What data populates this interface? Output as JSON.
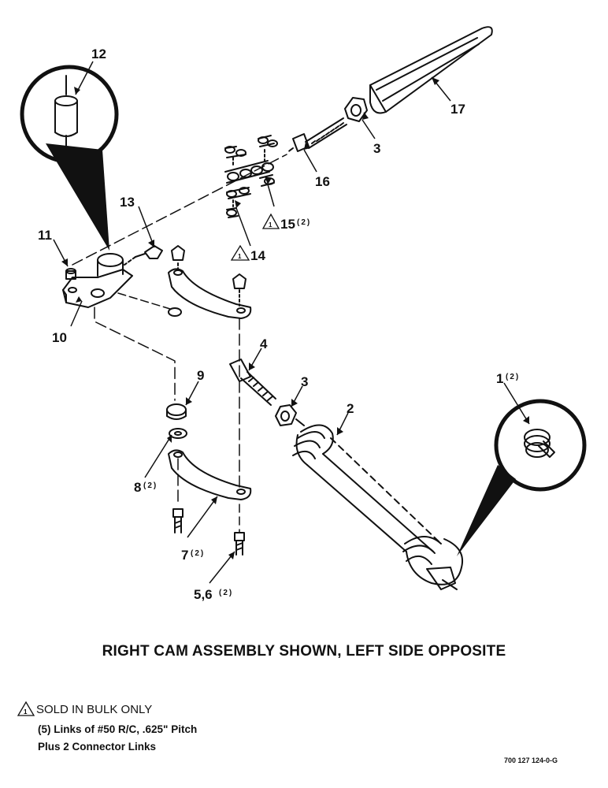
{
  "callouts": {
    "c1": "1",
    "c1_qty": "(2)",
    "c2": "2",
    "c3_upper": "3",
    "c3_lower": "3",
    "c4": "4",
    "c56": "5,6",
    "c56_qty": "(2)",
    "c7": "7",
    "c7_qty": "(2)",
    "c8": "8",
    "c8_qty": "(2)",
    "c9": "9",
    "c10": "10",
    "c11": "11",
    "c12": "12",
    "c13": "13",
    "c14": "14",
    "c14_note": "1",
    "c15": "15",
    "c15_qty": "(2)",
    "c15_note": "1",
    "c16": "16",
    "c17": "17"
  },
  "caption": "RIGHT CAM ASSEMBLY SHOWN, LEFT SIDE OPPOSITE",
  "note": {
    "marker": "1",
    "heading": "SOLD IN BULK ONLY",
    "line1": "(5) Links of #50 R/C, .625\" Pitch",
    "line2": "Plus 2 Connector Links"
  },
  "drawing_code": "700 127 124-0-G"
}
